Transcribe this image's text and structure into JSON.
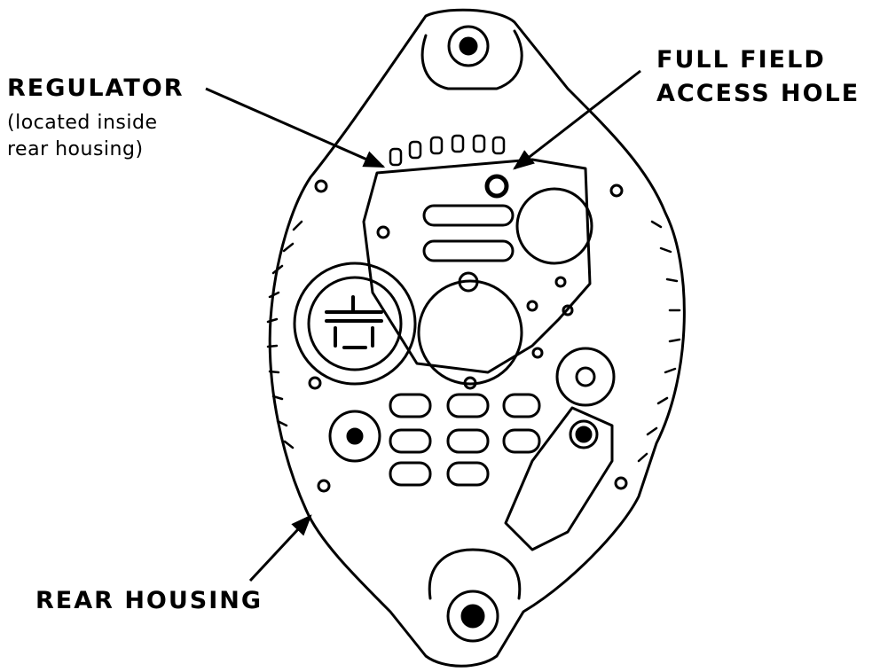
{
  "labels": {
    "regulator": "REGULATOR",
    "regulator_note_1": "(located inside",
    "regulator_note_2": "rear housing)",
    "full_field_1": "FULL FIELD",
    "full_field_2": "ACCESS HOLE",
    "rear_housing": "REAR HOUSING"
  },
  "colors": {
    "ink": "#000000",
    "paper": "#ffffff"
  },
  "icons": {
    "plug": "connector-terminal-icon",
    "terminal": "b-terminal-stud-icon"
  }
}
